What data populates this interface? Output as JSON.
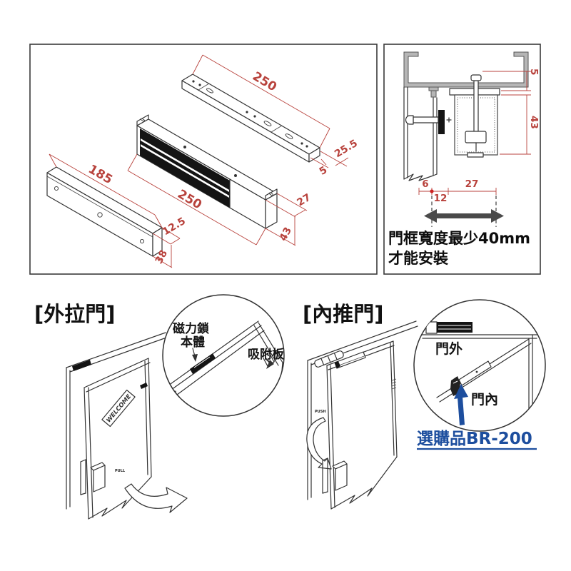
{
  "colors": {
    "dim_red": "#b8423c",
    "accent_blue": "#1d4e9e",
    "ink": "#2b2b2b",
    "frame_gray": "#b6b6b6"
  },
  "exploded_panel": {
    "bracket": {
      "length": "250",
      "width": "25.5",
      "thickness": "5"
    },
    "lock": {
      "length": "250",
      "depth": "27",
      "height": "43"
    },
    "plate": {
      "length": "185",
      "thickness": "12.5",
      "height": "38"
    }
  },
  "section_panel": {
    "gap": "5",
    "lock_height": "43",
    "offset_a": "6",
    "offset_b": "12",
    "lock_depth": "27",
    "note_line1": "門框寬度最少40mm",
    "note_line2": "才能安裝"
  },
  "pull_door": {
    "title": "[外拉門]",
    "sign": "WELCOME",
    "handle": "PULL",
    "lock_label_1": "磁力鎖",
    "lock_label_2": "本體",
    "plate_label": "吸附板"
  },
  "push_door": {
    "title": "[內推門]",
    "handle": "PUSH",
    "outside_label": "門外",
    "inside_label": "門內",
    "accessory_label": "選購品BR-200"
  }
}
